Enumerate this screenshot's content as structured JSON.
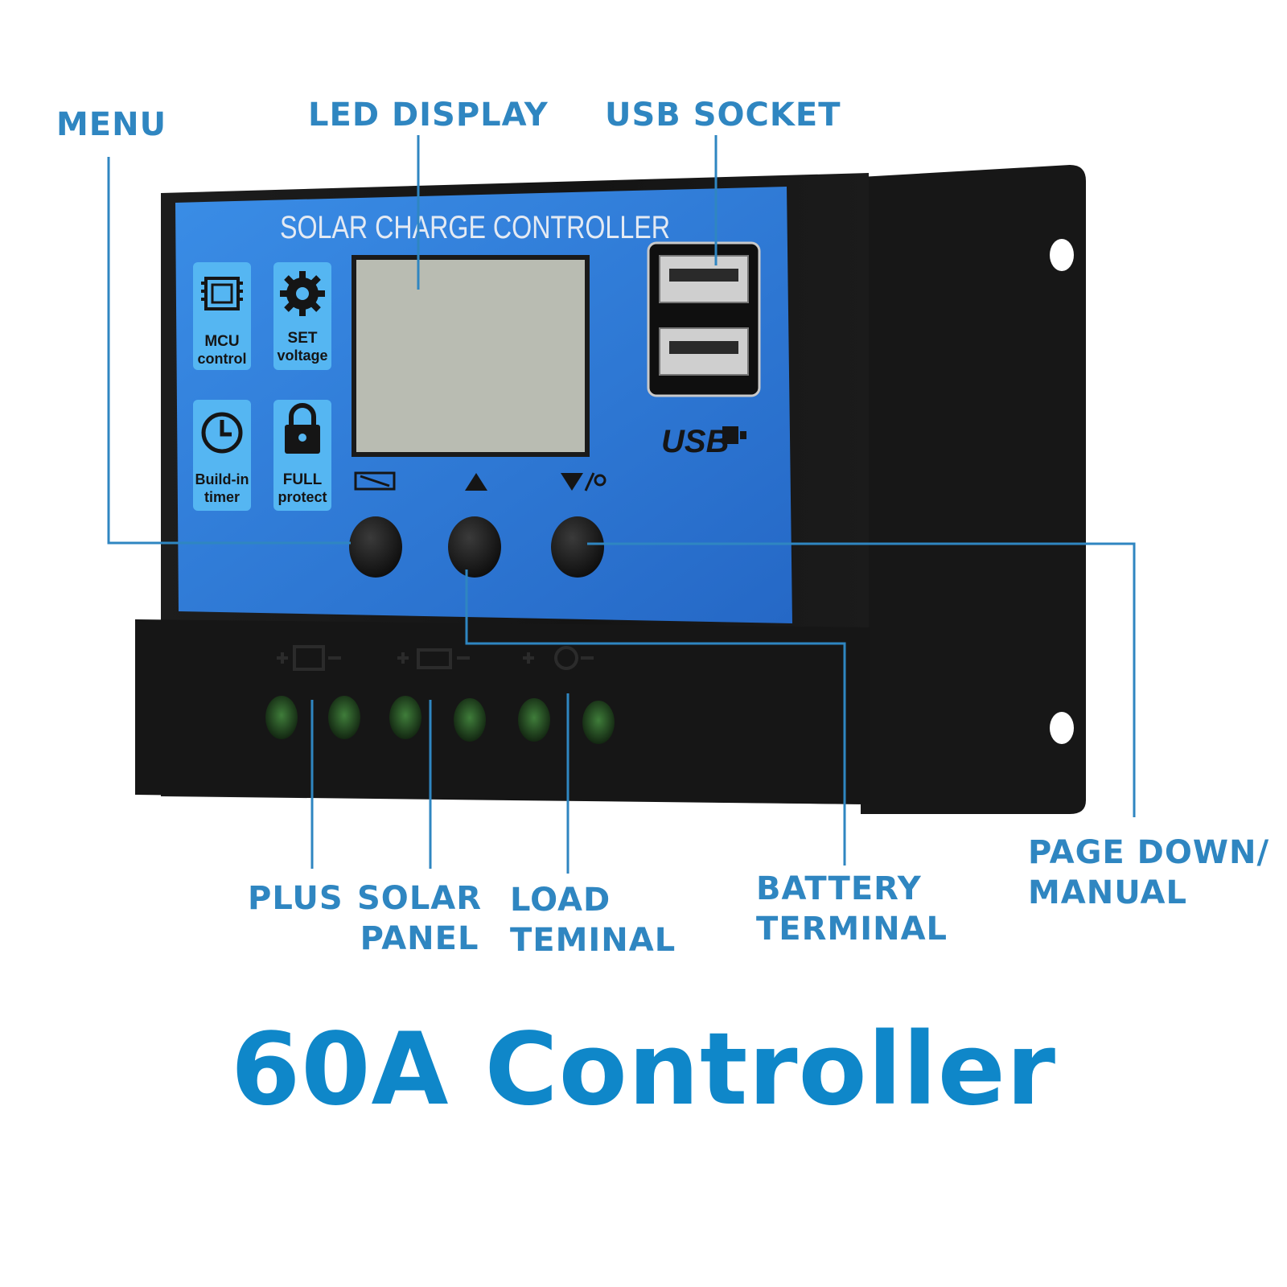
{
  "callouts": {
    "menu": "MENU",
    "led_display": "LED DISPLAY",
    "usb_socket": "USB SOCKET",
    "page_down_line1": "PAGE DOWN/",
    "page_down_line2": "MANUAL",
    "plus": "PLUS",
    "solar_panel_line1": "SOLAR",
    "solar_panel_line2": "PANEL",
    "load_terminal_line1": "LOAD",
    "load_terminal_line2": "TEMINAL",
    "battery_terminal_line1": "BATTERY",
    "battery_terminal_line2": "TERMINAL"
  },
  "device": {
    "panel_title": "SOLAR CHARGE CONTROLLER",
    "features": [
      {
        "line1": "MCU",
        "line2": "control",
        "icon": "chip-icon"
      },
      {
        "line1": "SET",
        "line2": "voltage",
        "icon": "gear-icon"
      },
      {
        "line1": "Build-in",
        "line2": "timer",
        "icon": "clock-icon"
      },
      {
        "line1": "FULL",
        "line2": "protect",
        "icon": "lock-icon"
      }
    ],
    "usb_logo": "USB",
    "colors": {
      "panel_blue": "#2f7fd8",
      "body_black": "#151515",
      "callout_blue": "#2f86c1",
      "headline_blue": "#0f87c9"
    }
  },
  "headline": "60A Controller"
}
